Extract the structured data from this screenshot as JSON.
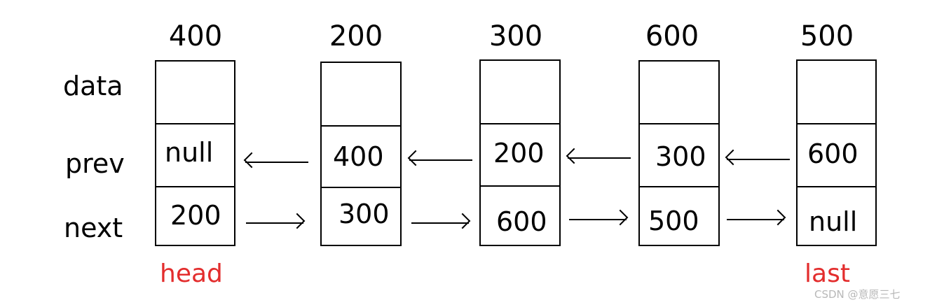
{
  "row_labels": {
    "data": "data",
    "prev": "prev",
    "next": "next"
  },
  "nodes": [
    {
      "address": "400",
      "data": "",
      "prev": "null",
      "next": "200"
    },
    {
      "address": "200",
      "data": "",
      "prev": "400",
      "next": "300"
    },
    {
      "address": "300",
      "data": "",
      "prev": "200",
      "next": "600"
    },
    {
      "address": "600",
      "data": "",
      "prev": "300",
      "next": "500"
    },
    {
      "address": "500",
      "data": "",
      "prev": "600",
      "next": "null"
    }
  ],
  "markers": {
    "head": "head",
    "last": "last",
    "color": "#e32d2d"
  },
  "watermark": "CSDN @意愿三七"
}
